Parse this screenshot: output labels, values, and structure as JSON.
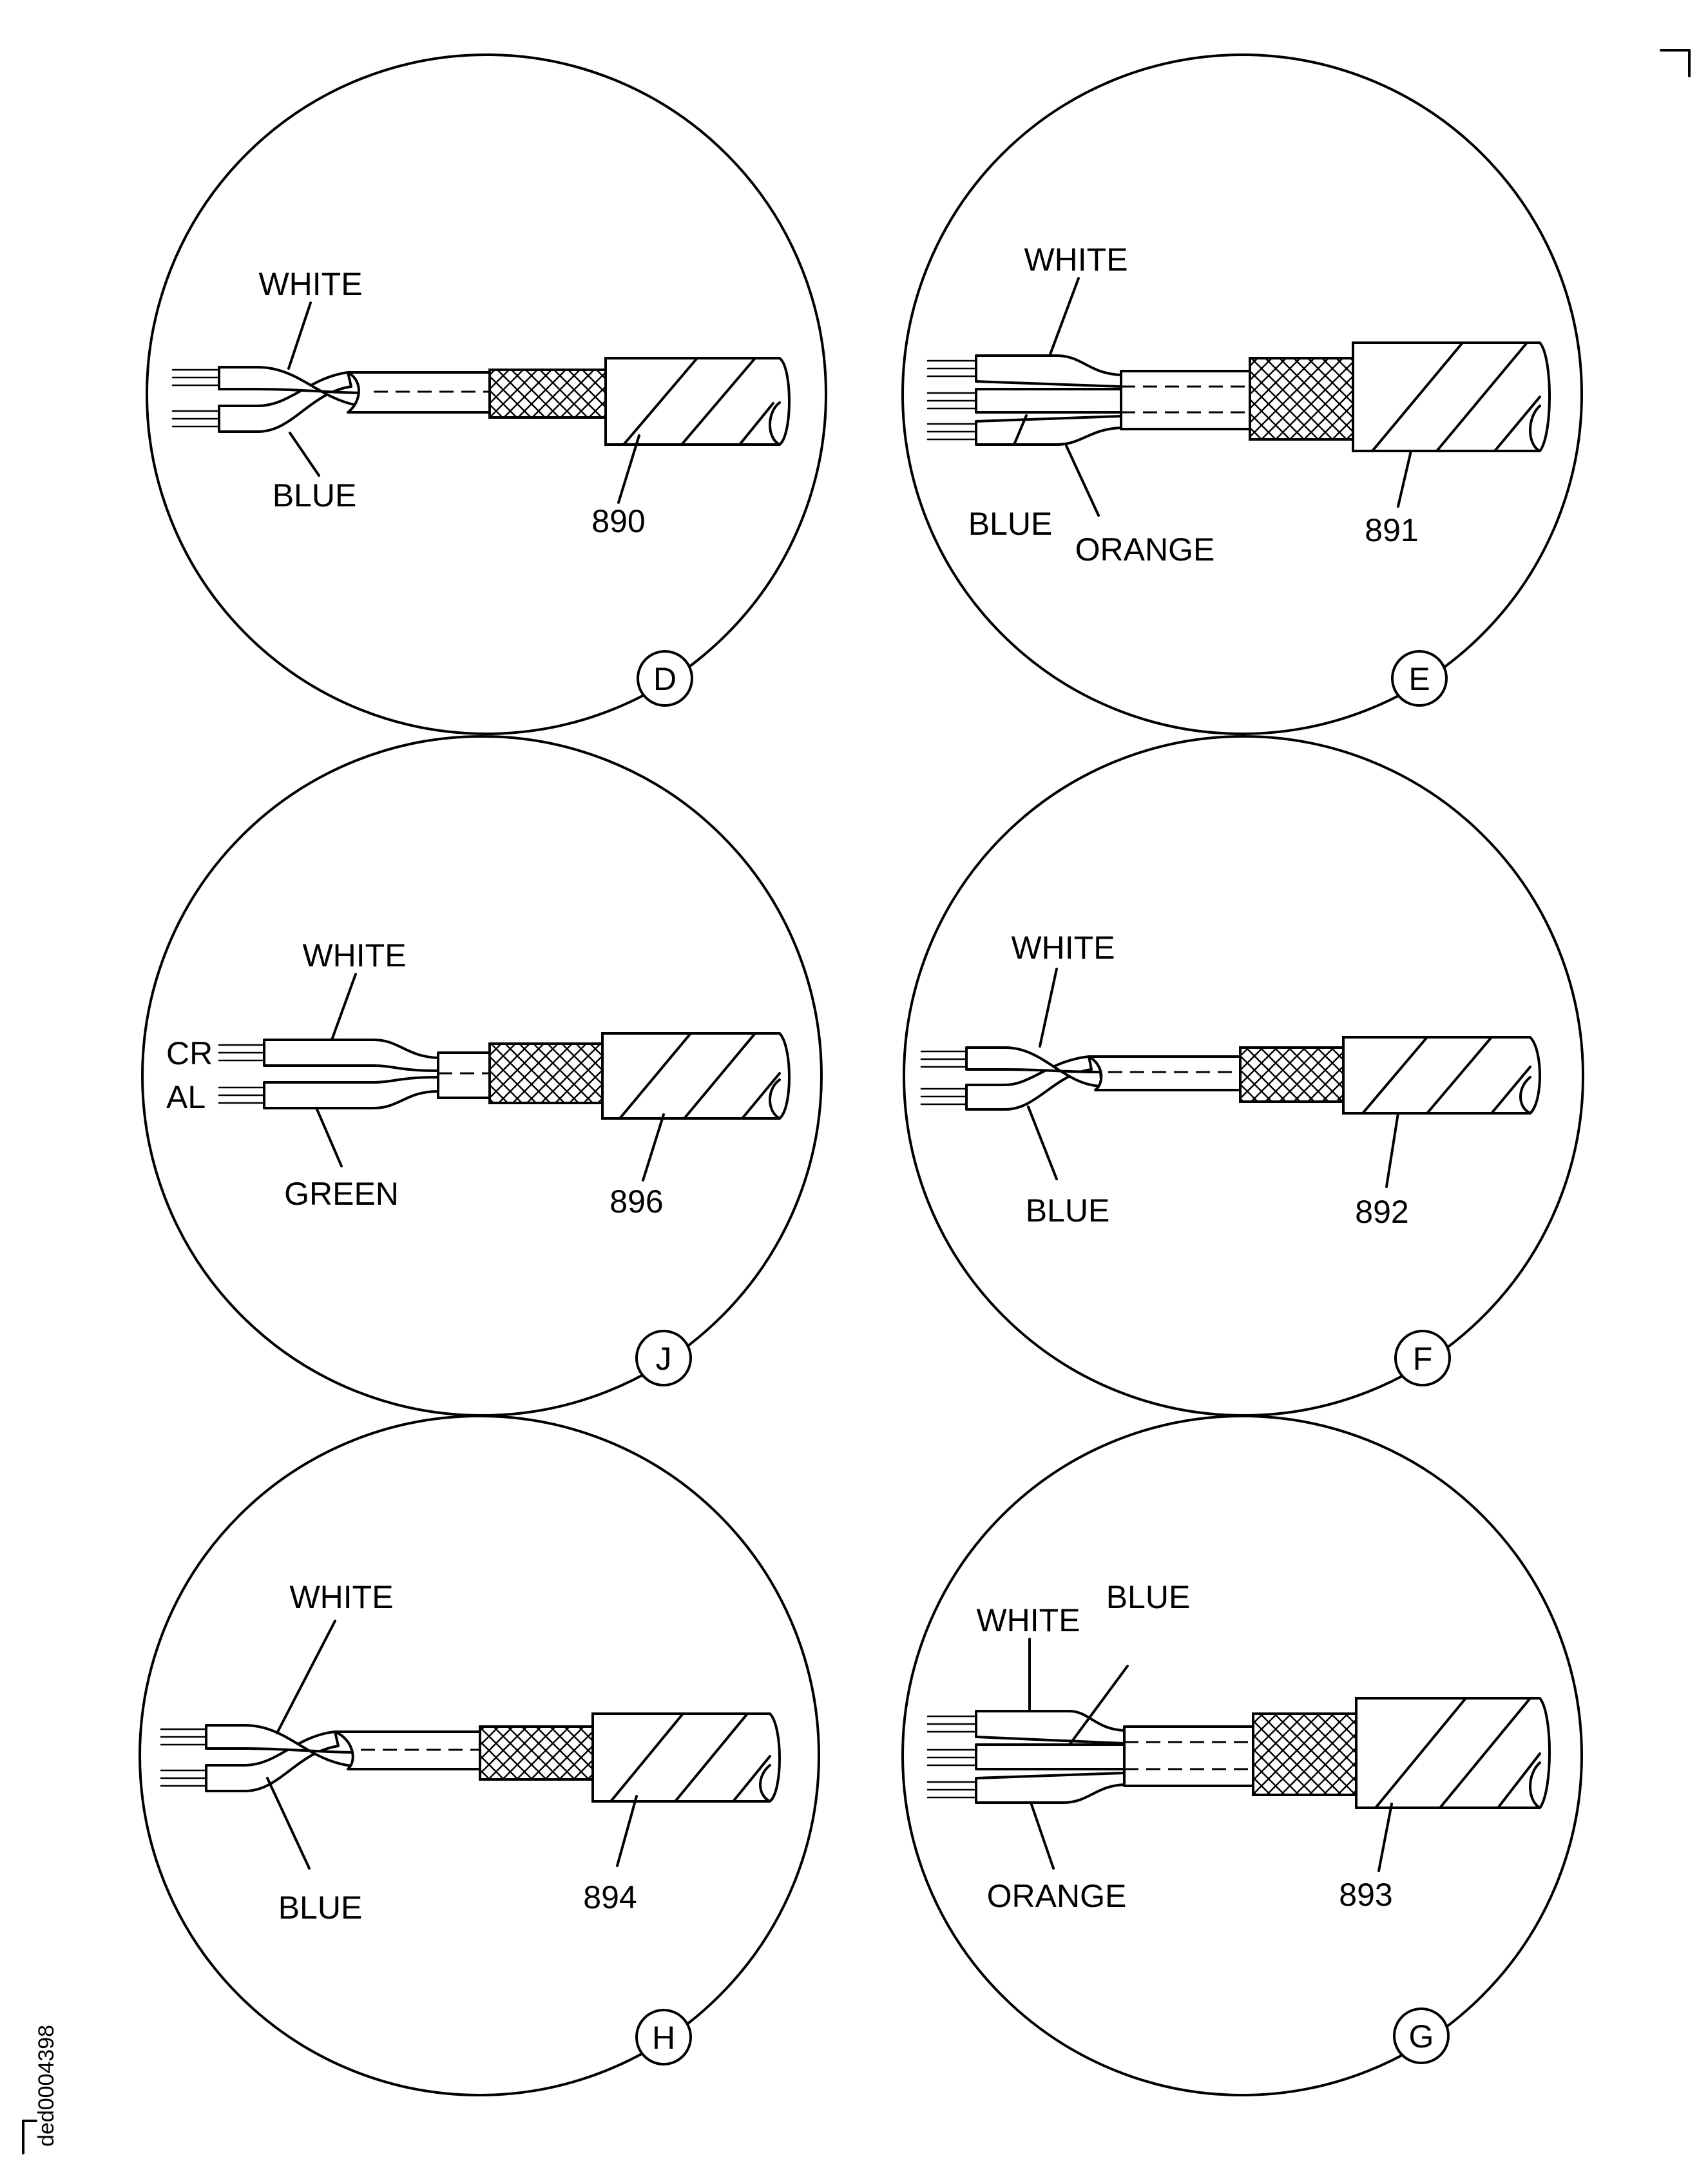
{
  "diagram": {
    "corner_code": "ded0004398",
    "panels": [
      {
        "id": "D",
        "letter": "D",
        "part_number": "890",
        "style": "twisted2",
        "labels": {
          "white": "WHITE",
          "blue": "BLUE"
        }
      },
      {
        "id": "E",
        "letter": "E",
        "part_number": "891",
        "style": "three",
        "labels": {
          "white": "WHITE",
          "blue": "BLUE",
          "orange": "ORANGE"
        }
      },
      {
        "id": "J",
        "letter": "J",
        "part_number": "896",
        "style": "parallel2",
        "labels": {
          "white": "WHITE",
          "green": "GREEN",
          "cr": "CR",
          "al": "AL"
        }
      },
      {
        "id": "F",
        "letter": "F",
        "part_number": "892",
        "style": "twisted2",
        "labels": {
          "white": "WHITE",
          "blue": "BLUE"
        }
      },
      {
        "id": "H",
        "letter": "H",
        "part_number": "894",
        "style": "twisted2",
        "labels": {
          "white": "WHITE",
          "blue": "BLUE"
        }
      },
      {
        "id": "G",
        "letter": "G",
        "part_number": "893",
        "style": "three",
        "labels": {
          "white": "WHITE",
          "blue": "BLUE",
          "orange": "ORANGE"
        }
      }
    ]
  }
}
